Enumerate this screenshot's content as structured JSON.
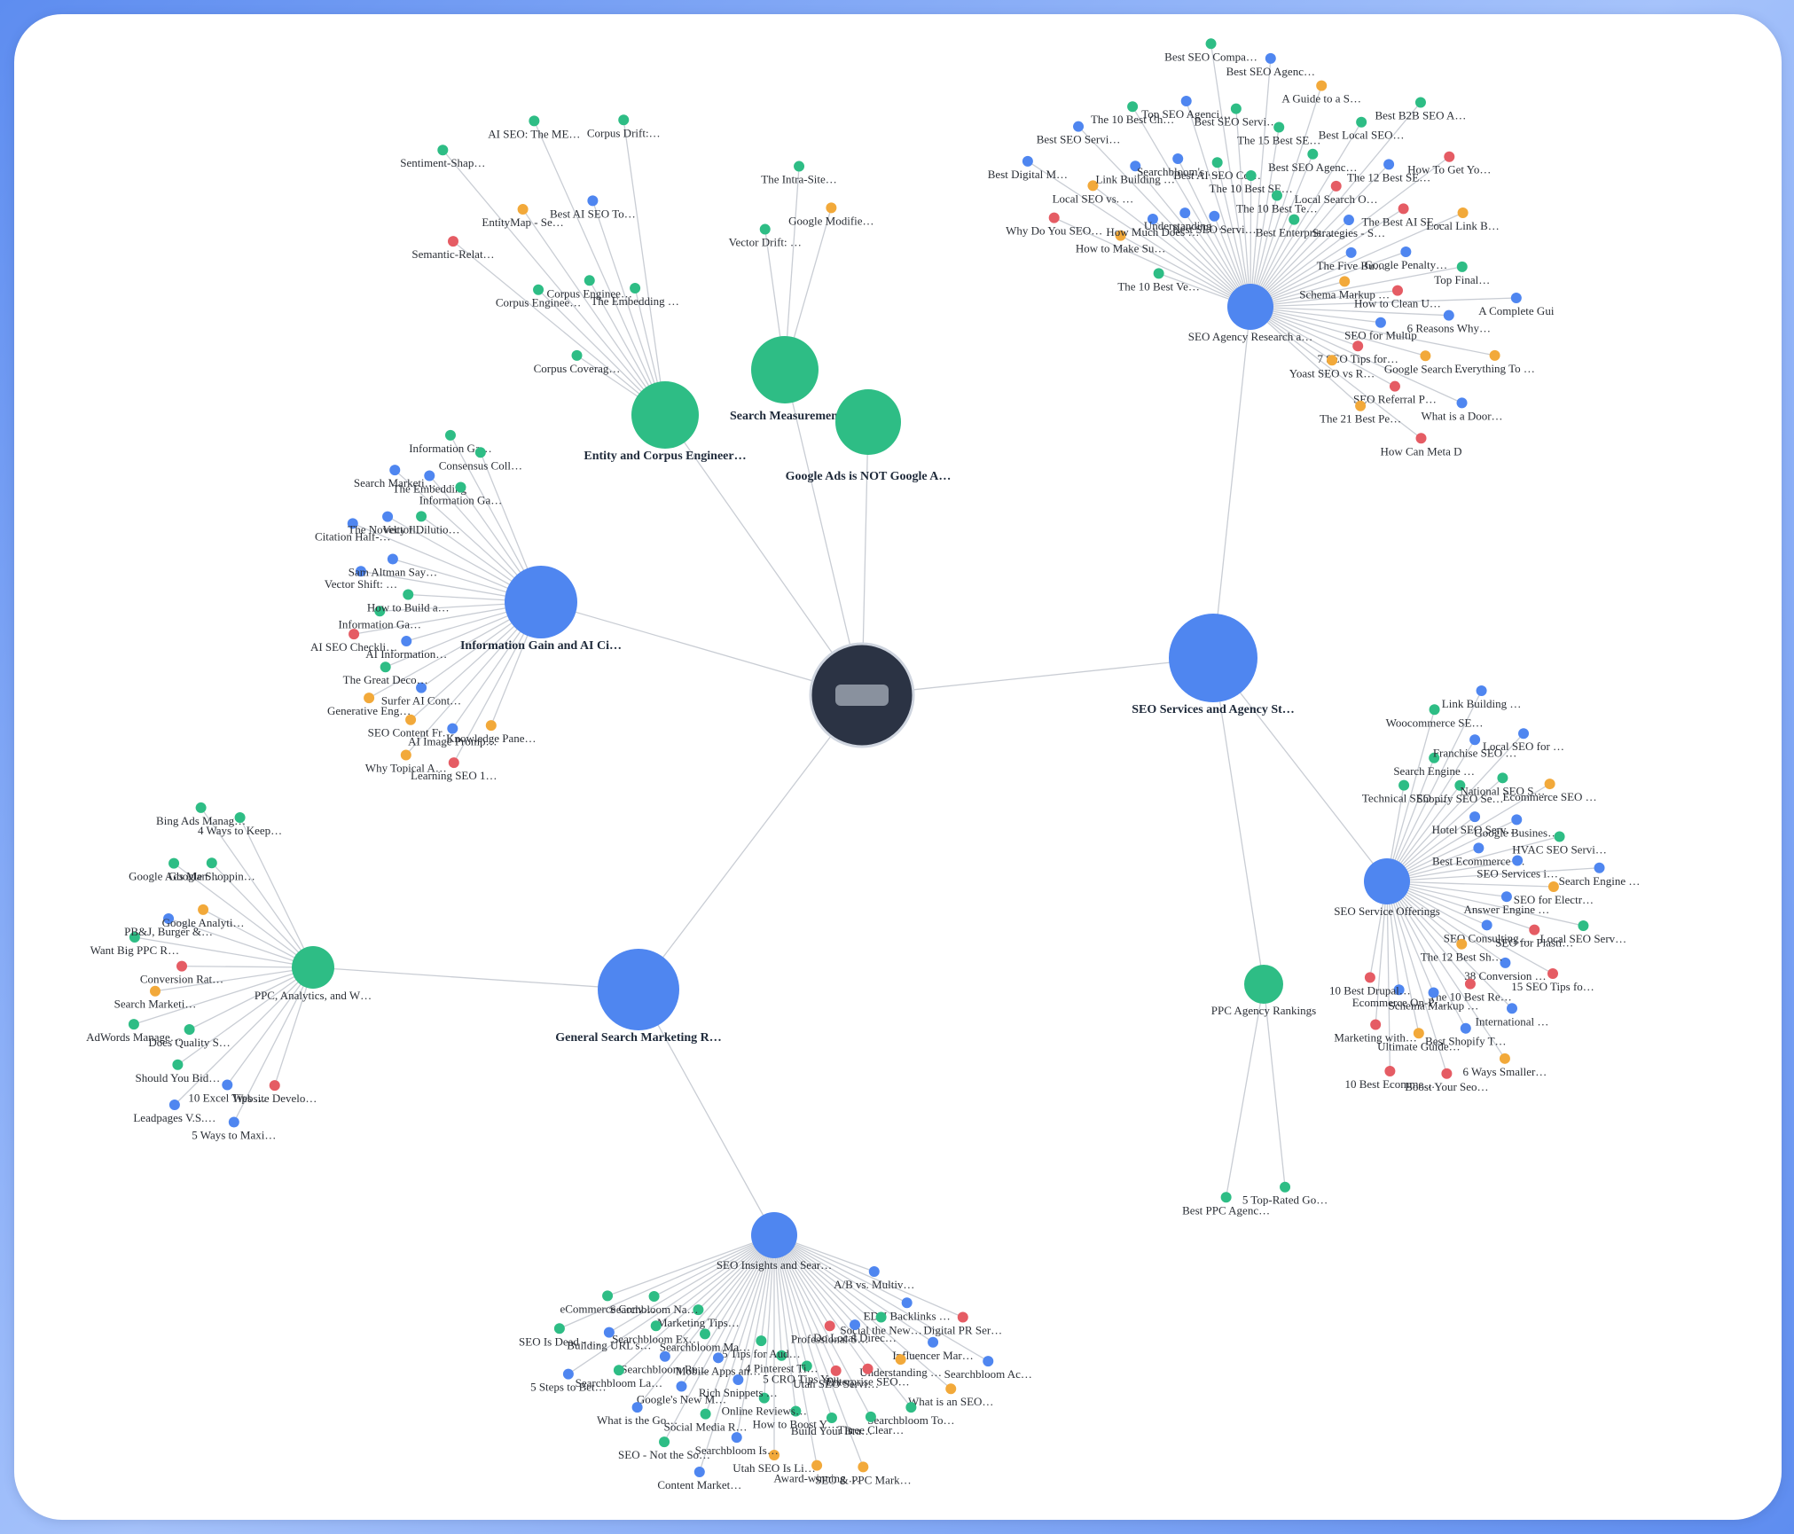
{
  "colors": {
    "blue": "#4f86f0",
    "green": "#2ebd85",
    "red": "#e55c64",
    "orange": "#f2a93a",
    "root": "#2b3344",
    "edge": "#c9cdd4"
  },
  "root": {
    "label": ""
  },
  "hubs": [
    {
      "id": "seo-services",
      "label": "SEO Services and Agency St…",
      "color": "blue"
    },
    {
      "id": "info-gain",
      "label": "Information Gain and AI Ci…",
      "color": "blue"
    },
    {
      "id": "general-search",
      "label": "General Search Marketing R…",
      "color": "blue"
    },
    {
      "id": "entity-corpus",
      "label": "Entity and Corpus Engineer…",
      "color": "green"
    },
    {
      "id": "search-measurement",
      "label": "Search Measurement and Dat…",
      "color": "green"
    },
    {
      "id": "google-ads",
      "label": "Google Ads is NOT Google A…",
      "color": "green"
    }
  ],
  "subclusters": [
    {
      "id": "seo-agency-research",
      "label": "SEO Agency Research a…",
      "color": "blue"
    },
    {
      "id": "seo-service-offerings",
      "label": "SEO Service Offerings",
      "color": "blue"
    },
    {
      "id": "ppc-agency-rankings",
      "label": "PPC Agency Rankings",
      "color": "green"
    },
    {
      "id": "ppc-analytics",
      "label": "PPC, Analytics, and W…",
      "color": "green"
    },
    {
      "id": "seo-insights",
      "label": "SEO Insights and Sear…",
      "color": "blue"
    }
  ],
  "leaf_groups": [
    {
      "parent": "entity-corpus",
      "items": [
        {
          "label": "Corpus Coverag…",
          "color": "green"
        },
        {
          "label": "Semantic-Relat…",
          "color": "red"
        },
        {
          "label": "Corpus Enginee…",
          "color": "green"
        },
        {
          "label": "Sentiment-Shap…",
          "color": "green"
        },
        {
          "label": "EntityMap - Se…",
          "color": "orange"
        },
        {
          "label": "Corpus Enginee…",
          "color": "green"
        },
        {
          "label": "AI SEO: The ME…",
          "color": "green"
        },
        {
          "label": "Best AI SEO To…",
          "color": "blue"
        },
        {
          "label": "The Embedding …",
          "color": "green"
        },
        {
          "label": "Corpus Drift:…",
          "color": "green"
        }
      ]
    },
    {
      "parent": "search-measurement",
      "items": [
        {
          "label": "Vector Drift: …",
          "color": "green"
        },
        {
          "label": "The Intra-Site…",
          "color": "green"
        },
        {
          "label": "Google Modifie…",
          "color": "orange"
        }
      ]
    },
    {
      "parent": "info-gain",
      "items": [
        {
          "label": "Knowledge Pane…",
          "color": "orange"
        },
        {
          "label": "Learning SEO 1…",
          "color": "red"
        },
        {
          "label": "AI Image Promp…",
          "color": "blue"
        },
        {
          "label": "Why Topical A…",
          "color": "orange"
        },
        {
          "label": "SEO Content Fr…",
          "color": "orange"
        },
        {
          "label": "Surfer AI Cont…",
          "color": "blue"
        },
        {
          "label": "Generative Eng…",
          "color": "orange"
        },
        {
          "label": "The Great Deco…",
          "color": "green"
        },
        {
          "label": "AI Information…",
          "color": "blue"
        },
        {
          "label": "AI SEO Checkli…",
          "color": "red"
        },
        {
          "label": "Information Ga…",
          "color": "green"
        },
        {
          "label": "How to Build a…",
          "color": "green"
        },
        {
          "label": "Vector Shift: …",
          "color": "blue"
        },
        {
          "label": "Sam Altman Say…",
          "color": "blue"
        },
        {
          "label": "Citation Half-…",
          "color": "blue"
        },
        {
          "label": "The Novelty Il…",
          "color": "blue"
        },
        {
          "label": "Vector Dilutio…",
          "color": "green"
        },
        {
          "label": "Search Marketi…",
          "color": "blue"
        },
        {
          "label": "The Embedding",
          "color": "blue"
        },
        {
          "label": "Information Ga…",
          "color": "green"
        },
        {
          "label": "Information Ga…",
          "color": "green"
        },
        {
          "label": "Consensus Coll…",
          "color": "green"
        }
      ]
    },
    {
      "parent": "seo-agency-research",
      "items": [
        {
          "label": "The 10 Best Ve…",
          "color": "green"
        },
        {
          "label": "Why Do You SEO…",
          "color": "red"
        },
        {
          "label": "How to Make Su…",
          "color": "orange"
        },
        {
          "label": "Best Digital M…",
          "color": "blue"
        },
        {
          "label": "Local SEO vs. …",
          "color": "orange"
        },
        {
          "label": "How Much Does …",
          "color": "blue"
        },
        {
          "label": "Best SEO Servi…",
          "color": "blue"
        },
        {
          "label": "Link Building …",
          "color": "blue"
        },
        {
          "label": "Understanding …",
          "color": "blue"
        },
        {
          "label": "The 10 Best Ch…",
          "color": "green"
        },
        {
          "label": "Searchbloom's …",
          "color": "blue"
        },
        {
          "label": "Best SEO Servi…",
          "color": "blue"
        },
        {
          "label": "Top SEO Agenci…",
          "color": "blue"
        },
        {
          "label": "Best AI SEO Co…",
          "color": "green"
        },
        {
          "label": "Best SEO Compa…",
          "color": "green"
        },
        {
          "label": "Best SEO Servi…",
          "color": "green"
        },
        {
          "label": "The 10 Best SE…",
          "color": "green"
        },
        {
          "label": "Best SEO Agenc…",
          "color": "blue"
        },
        {
          "label": "The 15 Best SE…",
          "color": "green"
        },
        {
          "label": "The 10 Best Te…",
          "color": "green"
        },
        {
          "label": "A Guide to a S…",
          "color": "orange"
        },
        {
          "label": "Best SEO Agenc…",
          "color": "green"
        },
        {
          "label": "Best Enterpris…",
          "color": "green"
        },
        {
          "label": "Best Local SEO…",
          "color": "green"
        },
        {
          "label": "Local Search O…",
          "color": "red"
        },
        {
          "label": "Best B2B SEO A…",
          "color": "green"
        },
        {
          "label": "The 12 Best SE…",
          "color": "blue"
        },
        {
          "label": "Strategies - S…",
          "color": "blue"
        },
        {
          "label": "How To Get Yo…",
          "color": "red"
        },
        {
          "label": "The Best AI SE…",
          "color": "red"
        },
        {
          "label": "The Five Bu…",
          "color": "blue"
        },
        {
          "label": "Local Link B…",
          "color": "orange"
        },
        {
          "label": "Google Penalty…",
          "color": "blue"
        },
        {
          "label": "Schema Markup …",
          "color": "orange"
        },
        {
          "label": "Top Final…",
          "color": "green"
        },
        {
          "label": "How to Clean U…",
          "color": "red"
        },
        {
          "label": "A Complete Gui",
          "color": "blue"
        },
        {
          "label": "6 Reasons Why…",
          "color": "blue"
        },
        {
          "label": "SEO for Multip",
          "color": "blue"
        },
        {
          "label": "Everything To …",
          "color": "orange"
        },
        {
          "label": "Google Search …",
          "color": "orange"
        },
        {
          "label": "7 SEO Tips for…",
          "color": "red"
        },
        {
          "label": "What is a Door…",
          "color": "blue"
        },
        {
          "label": "SEO Referral P…",
          "color": "red"
        },
        {
          "label": "Yoast SEO vs R…",
          "color": "orange"
        },
        {
          "label": "How Can Meta D",
          "color": "red"
        },
        {
          "label": "The 21 Best Pe…",
          "color": "orange"
        }
      ]
    },
    {
      "parent": "seo-service-offerings",
      "items": [
        {
          "label": "Technical SEO …",
          "color": "green"
        },
        {
          "label": "Woocommerce SE…",
          "color": "green"
        },
        {
          "label": "Search Engine …",
          "color": "green"
        },
        {
          "label": "Link Building …",
          "color": "blue"
        },
        {
          "label": "Franchise SEO …",
          "color": "blue"
        },
        {
          "label": "Shopify SEO Se…",
          "color": "green"
        },
        {
          "label": "Local SEO for …",
          "color": "blue"
        },
        {
          "label": "National SEO S…",
          "color": "green"
        },
        {
          "label": "Hotel SEO Serv…",
          "color": "blue"
        },
        {
          "label": "Ecommerce SEO …",
          "color": "orange"
        },
        {
          "label": "Google Busines…",
          "color": "blue"
        },
        {
          "label": "Best Ecommerce …",
          "color": "blue"
        },
        {
          "label": "HVAC SEO Servi…",
          "color": "green"
        },
        {
          "label": "SEO Services i…",
          "color": "blue"
        },
        {
          "label": "Search Engine …",
          "color": "blue"
        },
        {
          "label": "SEO for Electr…",
          "color": "orange"
        },
        {
          "label": "Answer Engine …",
          "color": "blue"
        },
        {
          "label": "Local SEO Serv…",
          "color": "green"
        },
        {
          "label": "SEO for Plasti…",
          "color": "red"
        },
        {
          "label": "SEO Consulting…",
          "color": "blue"
        },
        {
          "label": "15 SEO Tips fo…",
          "color": "red"
        },
        {
          "label": "38 Conversion …",
          "color": "blue"
        },
        {
          "label": "The 12 Best Sh…",
          "color": "orange"
        },
        {
          "label": "International …",
          "color": "blue"
        },
        {
          "label": "The 10 Best Re…",
          "color": "red"
        },
        {
          "label": "6 Ways Smaller…",
          "color": "orange"
        },
        {
          "label": "Best Shopify T…",
          "color": "blue"
        },
        {
          "label": "Schema Markup …",
          "color": "blue"
        },
        {
          "label": "Boost Your Seo…",
          "color": "red"
        },
        {
          "label": "Ultimate Guide…",
          "color": "orange"
        },
        {
          "label": "Ecommerce On-P…",
          "color": "blue"
        },
        {
          "label": "10 Best Ecomme…",
          "color": "red"
        },
        {
          "label": "Marketing with…",
          "color": "red"
        },
        {
          "label": "10 Best Drupal…",
          "color": "red"
        }
      ]
    },
    {
      "parent": "ppc-agency-rankings",
      "items": [
        {
          "label": "5 Top-Rated Go…",
          "color": "green"
        },
        {
          "label": "Best PPC Agenc…",
          "color": "green"
        }
      ]
    },
    {
      "parent": "ppc-analytics",
      "items": [
        {
          "label": "Website Develo…",
          "color": "red"
        },
        {
          "label": "5 Ways to Maxi…",
          "color": "blue"
        },
        {
          "label": "10 Excel Tips …",
          "color": "blue"
        },
        {
          "label": "Leadpages V.S.…",
          "color": "blue"
        },
        {
          "label": "Should You Bid…",
          "color": "green"
        },
        {
          "label": "Does Quality S…",
          "color": "green"
        },
        {
          "label": "AdWords Manage…",
          "color": "green"
        },
        {
          "label": "Search Marketi…",
          "color": "orange"
        },
        {
          "label": "Conversion Rat…",
          "color": "red"
        },
        {
          "label": "Want Big PPC R…",
          "color": "green"
        },
        {
          "label": "PB&J, Burger &…",
          "color": "blue"
        },
        {
          "label": "Google Analyti…",
          "color": "orange"
        },
        {
          "label": "Google Ads Man…",
          "color": "green"
        },
        {
          "label": "Google Shoppin…",
          "color": "green"
        },
        {
          "label": "Bing Ads Manag…",
          "color": "green"
        },
        {
          "label": "4 Ways to Keep…",
          "color": "green"
        }
      ]
    },
    {
      "parent": "seo-insights",
      "items": [
        {
          "label": "A/B vs. Multiv…",
          "color": "blue"
        },
        {
          "label": "Digital PR Ser…",
          "color": "red"
        },
        {
          "label": "EDU Backlinks …",
          "color": "blue"
        },
        {
          "label": "Searchbloom Ac…",
          "color": "blue"
        },
        {
          "label": "Influencer Mar…",
          "color": "blue"
        },
        {
          "label": "Social the New…",
          "color": "green"
        },
        {
          "label": "What is an SEO…",
          "color": "orange"
        },
        {
          "label": "Understanding …",
          "color": "orange"
        },
        {
          "label": "Do Local Direc…",
          "color": "blue"
        },
        {
          "label": "Searchbloom To…",
          "color": "green"
        },
        {
          "label": "Enterprise SEO…",
          "color": "red"
        },
        {
          "label": "Professional S…",
          "color": "red"
        },
        {
          "label": "Three Clear…",
          "color": "green"
        },
        {
          "label": "Utah SEO Servi…",
          "color": "red"
        },
        {
          "label": "SEO & PPC Mark…",
          "color": "orange"
        },
        {
          "label": "Build Your Bra…",
          "color": "green"
        },
        {
          "label": "5 CRO Tips You…",
          "color": "green"
        },
        {
          "label": "Award-winning …",
          "color": "orange"
        },
        {
          "label": "How to Boost Y…",
          "color": "green"
        },
        {
          "label": "4 Pinterest Ti…",
          "color": "green"
        },
        {
          "label": "Utah SEO Is Li…",
          "color": "orange"
        },
        {
          "label": "Online Reviews…",
          "color": "green"
        },
        {
          "label": "5 Tips for Aud…",
          "color": "green"
        },
        {
          "label": "Searchbloom Is…",
          "color": "blue"
        },
        {
          "label": "Rich Snippets …",
          "color": "blue"
        },
        {
          "label": "Content Market…",
          "color": "blue"
        },
        {
          "label": "Social Media R…",
          "color": "green"
        },
        {
          "label": "Mobile Apps an…",
          "color": "blue"
        },
        {
          "label": "SEO - Not the So…",
          "color": "green"
        },
        {
          "label": "Google's New M…",
          "color": "blue"
        },
        {
          "label": "Searchbloom Ma…",
          "color": "green"
        },
        {
          "label": "What is the Go…",
          "color": "blue"
        },
        {
          "label": "Searchbloom Re…",
          "color": "blue"
        },
        {
          "label": "Marketing Tips…",
          "color": "green"
        },
        {
          "label": "Searchbloom La…",
          "color": "green"
        },
        {
          "label": "Searchbloom Ex…",
          "color": "green"
        },
        {
          "label": "5 Steps to Bet…",
          "color": "blue"
        },
        {
          "label": "Building URL's…",
          "color": "blue"
        },
        {
          "label": "Searchbloom Na…",
          "color": "green"
        },
        {
          "label": "SEO Is Dead - …",
          "color": "green"
        },
        {
          "label": "eCommerce Conv…",
          "color": "green"
        }
      ]
    }
  ]
}
